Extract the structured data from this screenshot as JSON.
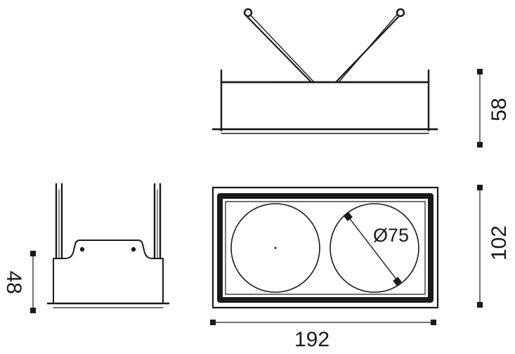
{
  "drawing": {
    "dimensions": {
      "height_side": "58",
      "height_front": "48",
      "depth_plan": "102",
      "width_plan": "192",
      "hole_diameter": "Ø75"
    }
  },
  "colors": {
    "line": "#1a1a1a",
    "background": "#ffffff"
  }
}
